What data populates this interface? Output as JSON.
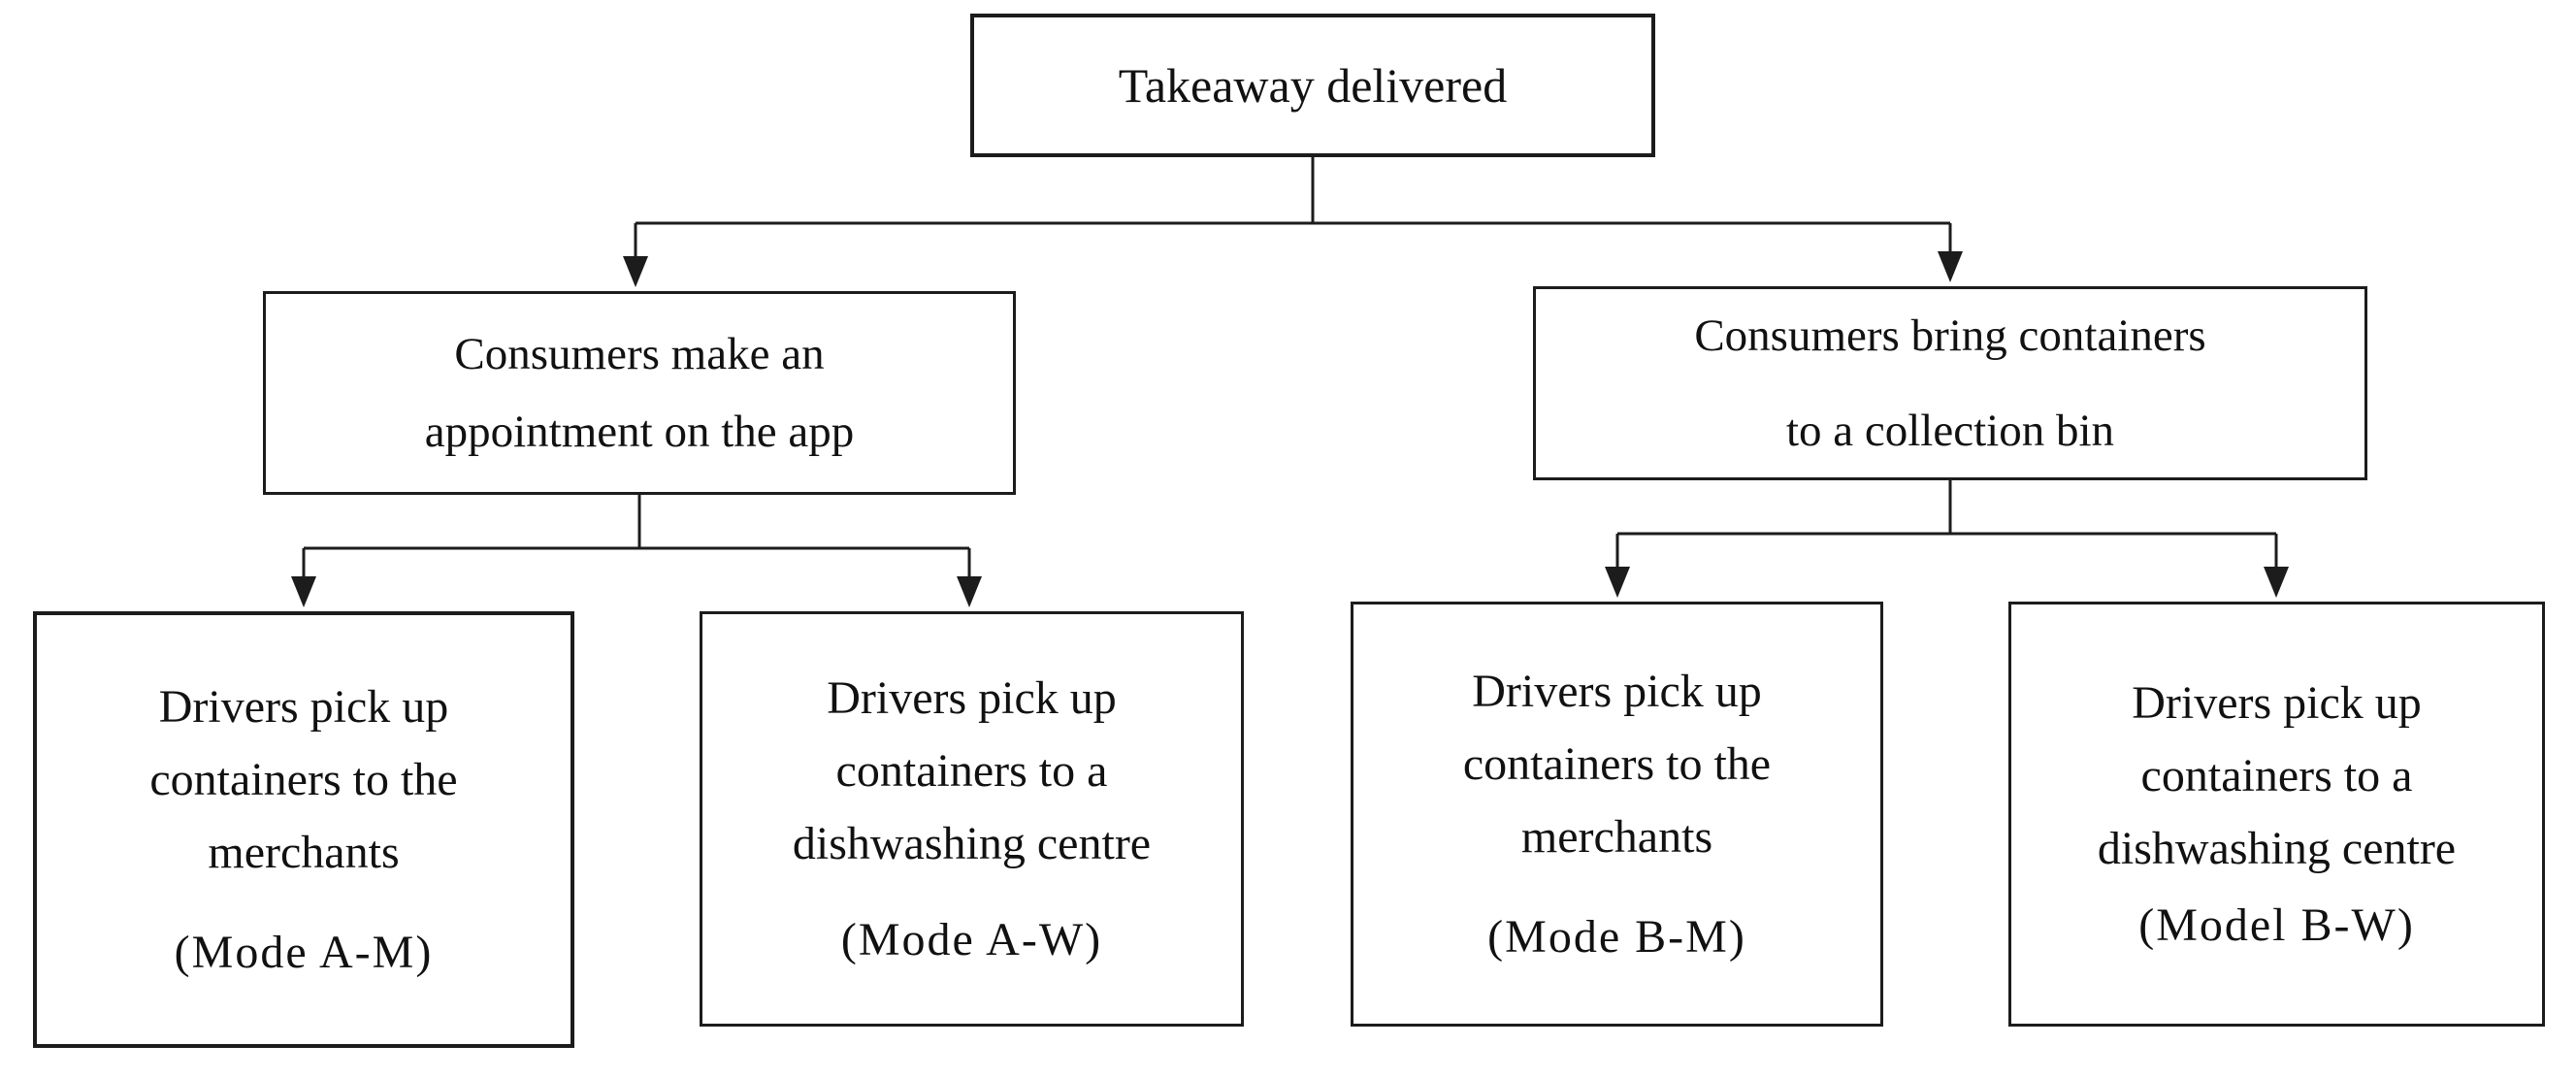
{
  "nodes": {
    "root": {
      "label": "Takeaway delivered"
    },
    "consumers_app": {
      "lines": [
        "Consumers make an",
        "appointment on the app"
      ]
    },
    "consumers_bin": {
      "lines": [
        "Consumers bring containers",
        "to a collection bin"
      ]
    },
    "mode_am": {
      "lines": [
        "Drivers pick up",
        "containers to the",
        "merchants"
      ],
      "mode": "(Mode A-M)"
    },
    "mode_aw": {
      "lines": [
        "Drivers pick up",
        "containers to a",
        "dishwashing centre"
      ],
      "mode": "(Mode A-W)"
    },
    "mode_bm": {
      "lines": [
        "Drivers pick up",
        "containers to the",
        "merchants"
      ],
      "mode": "(Mode B-M)"
    },
    "mode_bw": {
      "lines": [
        "Drivers pick up",
        "containers to a",
        "dishwashing centre"
      ],
      "mode": "(Model B-W)"
    }
  },
  "colors": {
    "stroke": "#1c1c1c",
    "background": "#ffffff",
    "text": "#111111"
  }
}
